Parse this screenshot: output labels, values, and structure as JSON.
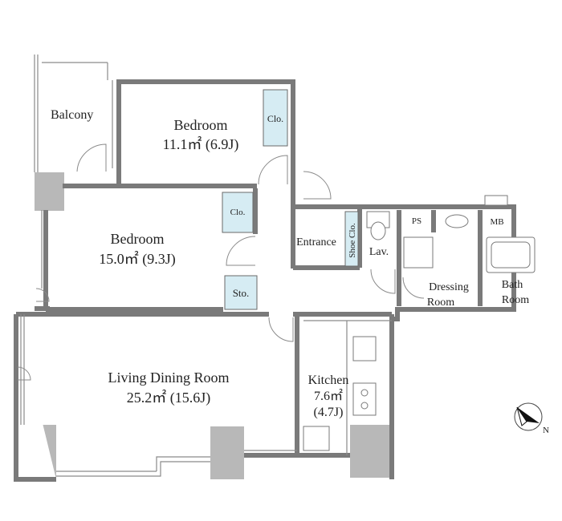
{
  "rooms": {
    "balcony": "Balcony",
    "bedroom1_name": "Bedroom",
    "bedroom1_area": "11.1㎡ (6.9J)",
    "bedroom1_closet": "Clo.",
    "bedroom2_name": "Bedroom",
    "bedroom2_area": "15.0㎡ (9.3J)",
    "bedroom2_closet": "Clo.",
    "storage": "Sto.",
    "entrance": "Entrance",
    "shoe_closet": "Shoe Clo.",
    "lavatory": "Lav.",
    "pipe_space": "PS",
    "meter_box": "MB",
    "dressing_room_line1": "Dressing",
    "dressing_room_line2": "Room",
    "bath_room_line1": "Bath",
    "bath_room_line2": "Room",
    "living_name": "Living Dining Room",
    "living_area": "25.2㎡ (15.6J)",
    "kitchen_name": "Kitchen",
    "kitchen_area": "7.6㎡",
    "kitchen_area_j": "(4.7J)"
  },
  "compass": {
    "letter": "N"
  },
  "colors": {
    "wall": "#7a7a7a",
    "closet": "#d6ecf3",
    "column": "#b8b8b8"
  }
}
